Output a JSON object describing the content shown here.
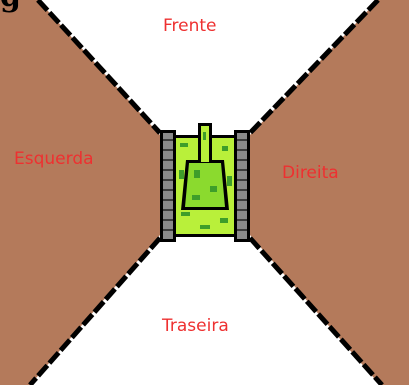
{
  "title_fragment": "g",
  "labels": {
    "front": "Frente",
    "left": "Esquerda",
    "right": "Direita",
    "back": "Traseira"
  },
  "colors": {
    "side_zone": "#B47A5B",
    "front_back_zone": "#FFFFFF",
    "border": "#000000",
    "label_text": "#EE3030",
    "tank_body": "#B9F03A",
    "tank_detail": "#3E9E2A",
    "tread": "#6E6E6E"
  },
  "sprite": {
    "name": "tank",
    "icon": "tank-icon"
  }
}
